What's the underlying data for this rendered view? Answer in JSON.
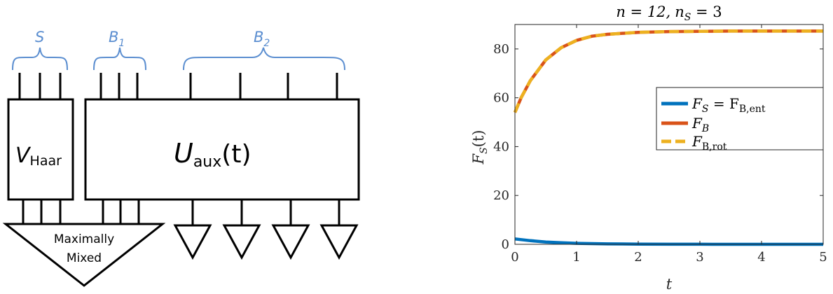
{
  "diagram": {
    "braces": {
      "s": {
        "label": "S",
        "sub": ""
      },
      "b1": {
        "label": "B",
        "sub": "1"
      },
      "b2": {
        "label": "B",
        "sub": "2"
      }
    },
    "haar_box": {
      "main": "V",
      "sub": "Haar"
    },
    "aux_box": {
      "main": "U",
      "sub": "aux",
      "arg": "(t)"
    },
    "mixed_triangle": {
      "line1": "Maximally",
      "line2": "Mixed"
    },
    "colors": {
      "brace": "#5b8ed0",
      "line": "#000000"
    }
  },
  "chart_data": {
    "type": "line",
    "title": {
      "n_part": "n = 12,",
      "ns_part": "n",
      "ns_sub": "S",
      "ns_val": " = 3"
    },
    "xlabel": "t",
    "ylabel": {
      "main": "F",
      "sub": "S",
      "arg": "(t)"
    },
    "xlim": [
      0,
      5
    ],
    "ylim": [
      0,
      90
    ],
    "xticks": [
      "0",
      "1",
      "2",
      "3",
      "4",
      "5"
    ],
    "yticks": [
      "0",
      "20",
      "40",
      "60",
      "80"
    ],
    "grid": false,
    "legend_position": "right-center",
    "series": [
      {
        "name": {
          "main": "F",
          "sub": "S",
          "mid": " = F",
          "sub2": "B,ent"
        },
        "color": "#0072bd",
        "style": "solid",
        "x": [
          0,
          0.25,
          0.5,
          0.75,
          1.0,
          1.5,
          2.0,
          2.5,
          3.0,
          3.5,
          4.0,
          4.5,
          5.0
        ],
        "values": [
          2.2,
          1.5,
          0.95,
          0.62,
          0.4,
          0.18,
          0.08,
          0.04,
          0.02,
          0.01,
          0.0,
          0.0,
          0.0
        ]
      },
      {
        "name": {
          "main": "F",
          "sub": "B",
          "mid": "",
          "sub2": ""
        },
        "color": "#d95319",
        "style": "solid",
        "x": [
          0,
          0.1,
          0.25,
          0.5,
          0.75,
          1.0,
          1.25,
          1.5,
          2.0,
          2.5,
          3.0,
          3.5,
          4.0,
          4.5,
          5.0
        ],
        "values": [
          54,
          60,
          67,
          75.5,
          80.5,
          83.5,
          85.2,
          86.0,
          86.8,
          87.1,
          87.2,
          87.3,
          87.3,
          87.3,
          87.3
        ]
      },
      {
        "name": {
          "main": "F",
          "sub": "B,rot",
          "mid": "",
          "sub2": ""
        },
        "color": "#edb120",
        "style": "dashed",
        "x": [
          0,
          0.1,
          0.25,
          0.5,
          0.75,
          1.0,
          1.25,
          1.5,
          2.0,
          2.5,
          3.0,
          3.5,
          4.0,
          4.5,
          5.0
        ],
        "values": [
          54,
          60,
          67,
          75.5,
          80.5,
          83.5,
          85.2,
          86.0,
          86.8,
          87.1,
          87.2,
          87.3,
          87.3,
          87.3,
          87.3
        ]
      }
    ]
  }
}
